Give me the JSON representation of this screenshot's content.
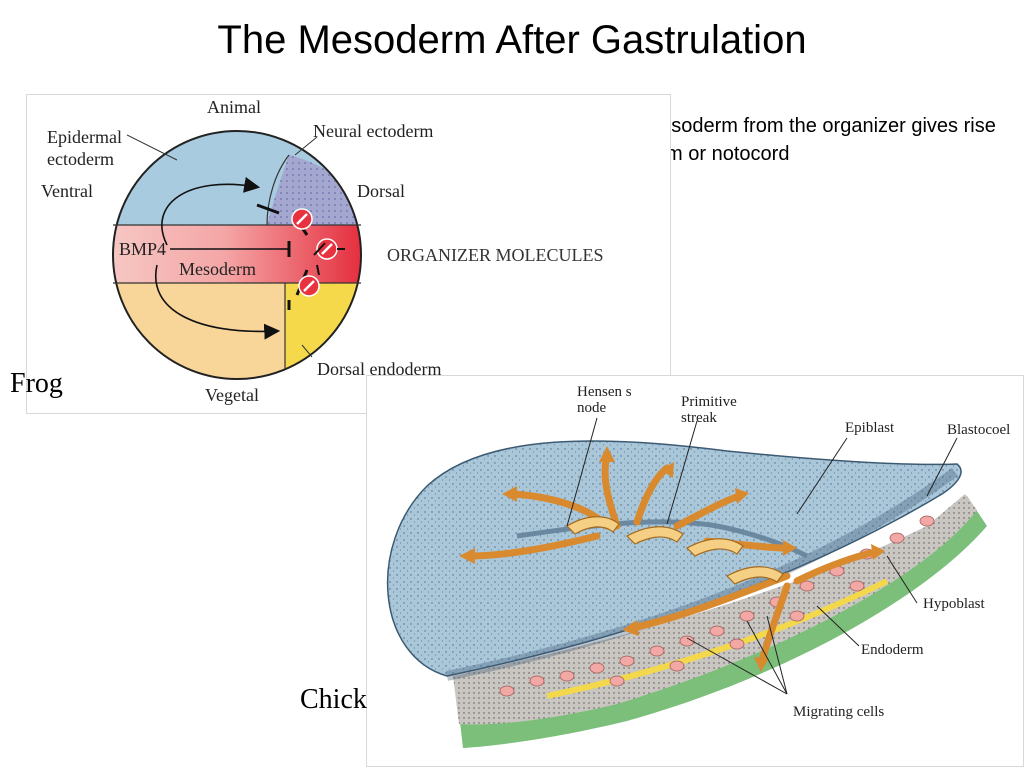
{
  "slide": {
    "title": "The Mesoderm After Gastrulation",
    "reminder": "Reminder: The mesoderm from the organizer gives rise to “axial” mesoderm or notocord",
    "frog_label": "Frog",
    "chick_label": "Chick"
  },
  "frog_diagram": {
    "labels": {
      "animal": "Animal",
      "epidermal": "Epidermal",
      "ectoderm": "ectoderm",
      "neural_ectoderm": "Neural ectoderm",
      "ventral": "Ventral",
      "dorsal": "Dorsal",
      "bmp4": "BMP4",
      "mesoderm": "Mesoderm",
      "organizer": "ORGANIZER MOLECULES",
      "dorsal_endoderm": "Dorsal endoderm",
      "vegetal": "Vegetal"
    },
    "colors": {
      "epidermal": "#a9cbe0",
      "neural": "#a4a8d0",
      "mesoderm_red": "#e42a3a",
      "mesoderm_pink": "#f6c8c4",
      "endoderm": "#f8d69a",
      "dorsal_endoderm": "#f6d94a",
      "inhibitor": "#e8323f"
    }
  },
  "chick_diagram": {
    "labels": {
      "hensens_1": "Hensen s",
      "hensens_2": "node",
      "primitive_1": "Primitive",
      "primitive_2": "streak",
      "epiblast": "Epiblast",
      "blastocoel": "Blastocoel",
      "hypoblast": "Hypoblast",
      "endoderm": "Endoderm",
      "migrating": "Migrating cells"
    },
    "colors": {
      "epiblast": "#aac7da",
      "hypoblast_green": "#7bbf7a",
      "arrow": "#d9892e",
      "arrow_light": "#f4cf84",
      "cells_pink": "#f2a9a6",
      "yellow": "#f2d84a"
    }
  }
}
